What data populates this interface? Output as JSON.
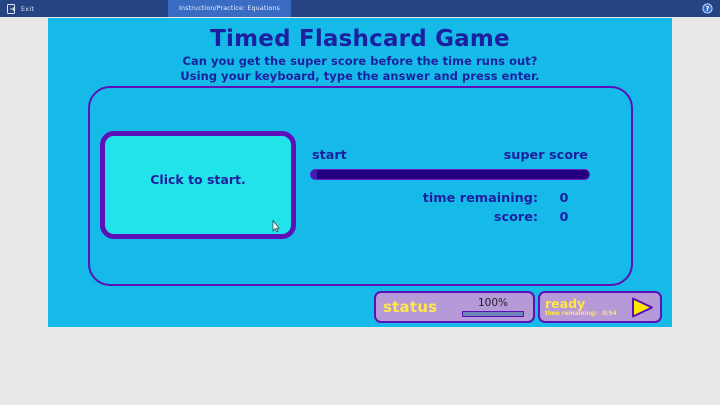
{
  "topbar": {
    "exit_label": "Exit",
    "exit_icon": "exit-icon",
    "help_icon": "help-circle-icon",
    "active_tab": "Instruction/Practice: Equations"
  },
  "activity": {
    "title": "Timed Flashcard Game",
    "subtitle_line1": "Can you get the super score before the time runs out?",
    "subtitle_line2": "Using your keyboard, type the answer and press enter.",
    "start_card_label": "Click to start.",
    "bar_start_label": "start",
    "bar_end_label": "super score",
    "progress_percent": 0,
    "stats": [
      {
        "label": "time remaining:",
        "value": "0"
      },
      {
        "label": "score:",
        "value": "0"
      }
    ]
  },
  "statusbar": {
    "status_label": "status",
    "percent_text": "100%",
    "percent_value": 100,
    "state_label": "ready",
    "time_remaining_label": "time remaining:",
    "time_remaining_value": "0:54",
    "play_icon": "play-triangle-icon"
  },
  "colors": {
    "canvas": "#16bae8",
    "accent_purple": "#5b10b8",
    "title_blue": "#1c1f9e",
    "card_cyan": "#23e3ea",
    "status_panel": "#b69ad8",
    "status_yellow": "#ffe64d",
    "topbar_blue": "#264382",
    "tab_blue": "#3a6cc4"
  }
}
